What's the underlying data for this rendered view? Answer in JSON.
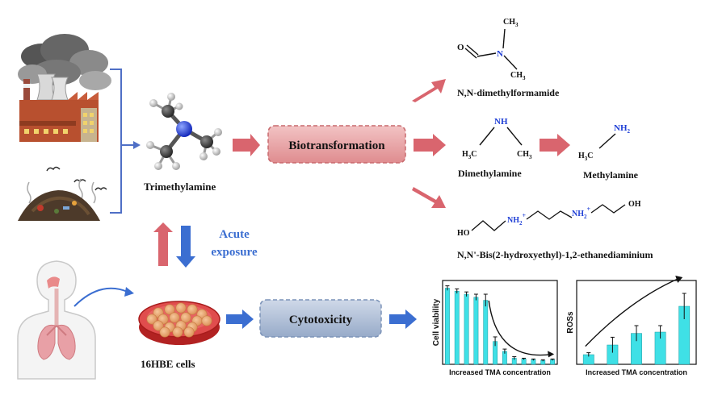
{
  "labels": {
    "trimethylamine": "Trimethylamine",
    "biotransformation": "Biotransformation",
    "cytotoxicity": "Cytotoxicity",
    "acute_line1": "Acute",
    "acute_line2": "exposure",
    "cells": "16HBE cells"
  },
  "products": {
    "dmf": {
      "name": "N,N-dimethylformamide",
      "o": "O",
      "n": "N",
      "ch3_top": "CH",
      "ch3_bottom": "CH",
      "sub": "3"
    },
    "dimethylamine": {
      "name": "Dimethylamine",
      "nh": "NH",
      "h3c": "H",
      "h3c_rest": "C",
      "ch3": "CH",
      "sub": "3"
    },
    "methylamine": {
      "name": "Methylamine",
      "nh2": "NH",
      "sub2": "2",
      "h3c": "H",
      "h3c_rest": "C",
      "sub": "3"
    },
    "bis": {
      "name": "N,N'-Bis(2-hydroxyethyl)-1,2-ethanediaminium",
      "ho": "HO",
      "oh": "OH",
      "nh2": "NH",
      "sub2": "2",
      "plus": "+"
    }
  },
  "chart_data": [
    {
      "type": "bar",
      "ylabel": "Cell viability",
      "xlabel": "Increased TMA concentration",
      "values": [
        100,
        96,
        92,
        88,
        84,
        30,
        17,
        8,
        7,
        6,
        5,
        6
      ],
      "errors": [
        3,
        3,
        3,
        4,
        8,
        6,
        3,
        2,
        1,
        1,
        1,
        1
      ],
      "ylim": [
        0,
        110
      ],
      "bar_color": "#3fe0e6",
      "trend": "decreasing"
    },
    {
      "type": "bar",
      "ylabel": "ROSs",
      "xlabel": "Increased TMA concentration",
      "values": [
        15,
        30,
        48,
        50,
        90
      ],
      "errors": [
        3,
        12,
        12,
        10,
        20
      ],
      "ylim": [
        0,
        130
      ],
      "bar_color": "#3fe0e6",
      "trend": "increasing"
    }
  ],
  "colors": {
    "red_arrow": "#d9656e",
    "blue_arrow": "#3b6ed1",
    "bio_box": "#e79b9d",
    "cyto_box": "#a9b9d3",
    "nitrogen": "#1f3fd6"
  }
}
